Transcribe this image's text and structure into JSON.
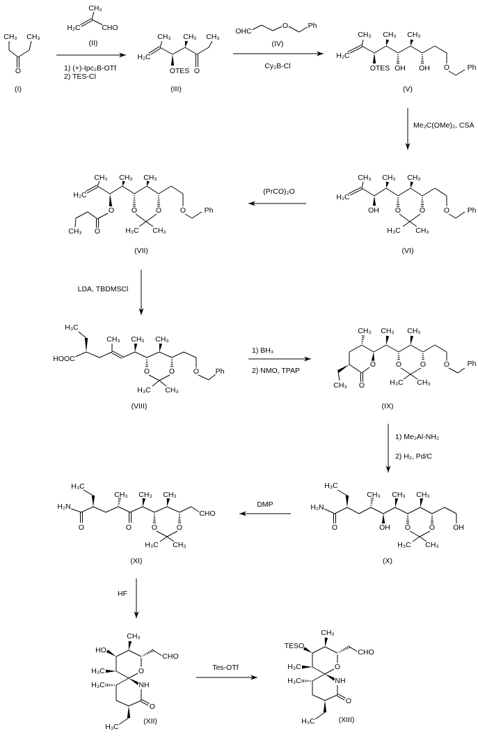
{
  "compounds": {
    "I": {
      "label": "(I)",
      "atoms": [
        "CH₃",
        "CH₃",
        "O"
      ]
    },
    "II": {
      "label": "(II)",
      "atoms": [
        "CH₃",
        "H₂C",
        "CHO"
      ]
    },
    "III": {
      "label": "(III)",
      "atoms": [
        "CH₃",
        "CH₃",
        "CH₃",
        "H₂C",
        "OTES",
        "O"
      ]
    },
    "IV": {
      "label": "(IV)",
      "atoms": [
        "OHC",
        "O",
        "Ph"
      ]
    },
    "V": {
      "label": "(V)",
      "atoms": [
        "H₂C",
        "CH₃",
        "CH₃",
        "CH₃",
        "OTES",
        "OH",
        "OH",
        "O",
        "Ph"
      ]
    },
    "VI": {
      "label": "(VI)",
      "atoms": [
        "H₂C",
        "CH₃",
        "CH₃",
        "CH₃",
        "OH",
        "O",
        "O",
        "H₃C",
        "CH₃",
        "O",
        "Ph"
      ]
    },
    "VII": {
      "label": "(VII)",
      "atoms": [
        "H₂C",
        "CH₃",
        "CH₃",
        "CH₃",
        "O",
        "O",
        "O",
        "H₃C",
        "CH₃",
        "O",
        "Ph",
        "CH₃",
        "O"
      ]
    },
    "VIII": {
      "label": "(VIII)",
      "atoms": [
        "H₃C",
        "HOOC",
        "CH₃",
        "CH₃",
        "CH₃",
        "O",
        "O",
        "H₃C",
        "CH₃",
        "O",
        "Ph"
      ]
    },
    "IX": {
      "label": "(IX)",
      "atoms": [
        "CH₃",
        "CH₃",
        "CH₃",
        "O",
        "O",
        "O",
        "H₃C",
        "CH₃",
        "O",
        "Ph",
        "CH₃",
        "O"
      ]
    },
    "X": {
      "label": "(X)",
      "atoms": [
        "H₃C",
        "CH₃",
        "CH₃",
        "CH₃",
        "H₂N",
        "O",
        "OH",
        "O",
        "O",
        "H₃C",
        "CH₃",
        "OH"
      ]
    },
    "XI": {
      "label": "(XI)",
      "atoms": [
        "H₃C",
        "CH₃",
        "CH₃",
        "CH₃",
        "H₂N",
        "O",
        "O",
        "O",
        "O",
        "H₃C",
        "CH₃",
        "CHO"
      ]
    },
    "XII": {
      "label": "(XII)",
      "atoms": [
        "CH₃",
        "HO",
        "CHO",
        "H₃C",
        "O",
        "H₃C",
        "NH",
        "O",
        "H₃C"
      ]
    },
    "XIII": {
      "label": "(XIII)",
      "atoms": [
        "CH₃",
        "TESO",
        "CHO",
        "H₃C",
        "O",
        "H₃C",
        "NH",
        "O",
        "H₃C"
      ]
    }
  },
  "steps": [
    {
      "lines": [
        "1) (+)-Ipc₂B-OTf",
        "2) TES-Cl"
      ]
    },
    {
      "lines": [
        "Cy₂B-Cl"
      ]
    },
    {
      "lines": [
        "Me₂C(OMe)₂, CSA"
      ]
    },
    {
      "lines": [
        "(PrCO)₂O"
      ]
    },
    {
      "lines": [
        "LDA, TBDMSCl"
      ]
    },
    {
      "lines": [
        "1) BH₃",
        "2) NMO, TPAP"
      ]
    },
    {
      "lines": [
        "1) Me₂Al-NH₂",
        "2) H₂, Pd/C"
      ]
    },
    {
      "lines": [
        "DMP"
      ]
    },
    {
      "lines": [
        "HF"
      ]
    },
    {
      "lines": [
        "Tes-OTf"
      ]
    }
  ]
}
